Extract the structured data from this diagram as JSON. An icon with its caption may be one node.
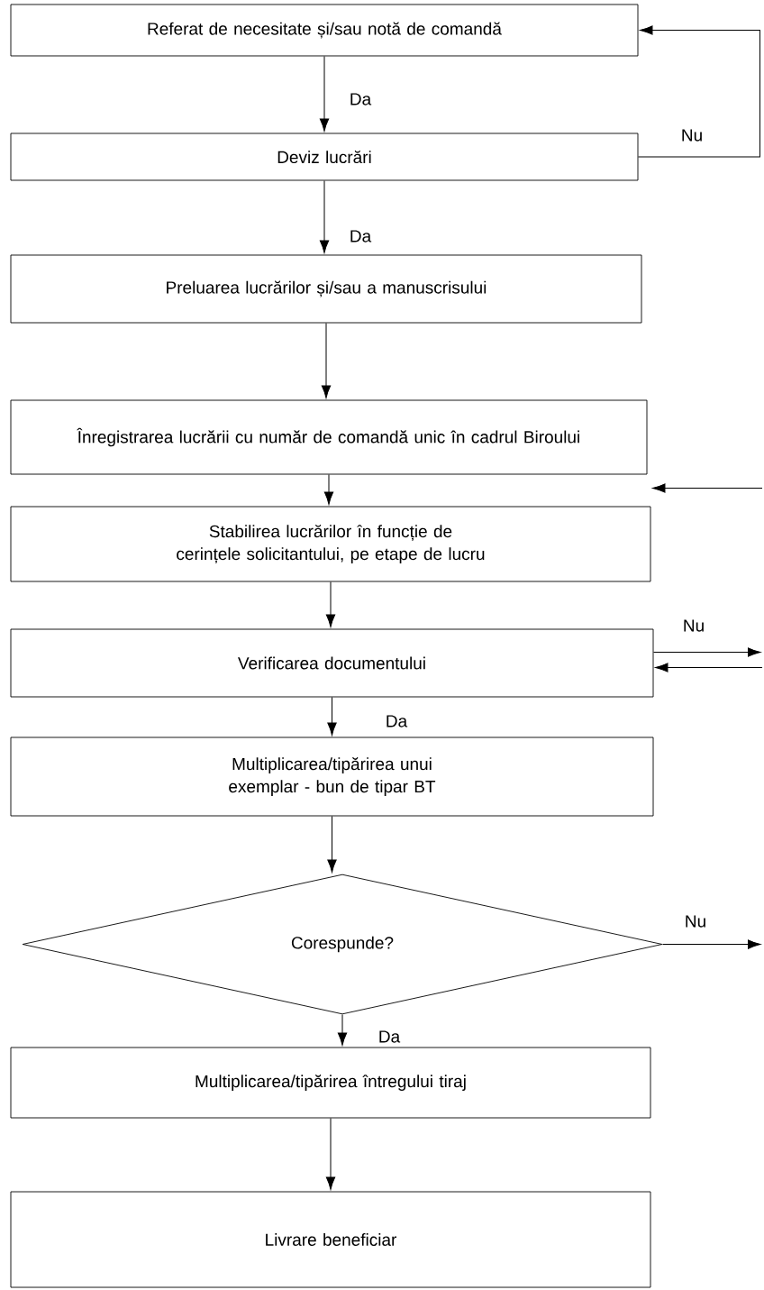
{
  "diagram": {
    "nodes": [
      {
        "text": [
          "Referat de necesitate și/sau notă de comandă"
        ]
      },
      {
        "text": [
          "Deviz lucrări"
        ]
      },
      {
        "text": [
          "Preluarea lucrărilor și/sau a manuscrisului"
        ]
      },
      {
        "text": [
          "Înregistrarea lucrării cu număr de comandă unic în cadrul Biroului"
        ]
      },
      {
        "text": [
          "Stabilirea lucrărilor în funcție de cerințele solicitantului, pe etape de lucru"
        ]
      },
      {
        "text": [
          "Verificarea documentului"
        ]
      },
      {
        "text": [
          "Multiplicarea/tipărirea unui exemplar - bun de tipar BT"
        ]
      },
      {
        "text": [
          "Corespunde?"
        ]
      },
      {
        "text": [
          "Multiplicarea/tipărirea întregului tiraj"
        ]
      },
      {
        "text": [
          "Livrare beneficiar"
        ]
      }
    ],
    "edges": [
      {
        "from": 0,
        "to": 1,
        "arrow": "to",
        "label": "Da"
      },
      {
        "from": 1,
        "to": 2,
        "arrow": "to",
        "label": "Da"
      },
      {
        "from": 2,
        "to": 3,
        "arrow": "to"
      },
      {
        "from": 3,
        "to": 4,
        "arrow": "to"
      },
      {
        "from": 4,
        "to": 5,
        "arrow": "to"
      },
      {
        "from": 5,
        "to": 6,
        "arrow": "to",
        "label": "Da"
      },
      {
        "from": 6,
        "to": 7,
        "arrow": "to"
      },
      {
        "from": 7,
        "to": 8,
        "arrow": "to",
        "label": "Da"
      },
      {
        "from": 8,
        "to": 9,
        "arrow": "to"
      },
      {
        "from": 1,
        "to": 0,
        "arrow": "to",
        "label": "Nu"
      },
      {
        "from": null,
        "to": 4,
        "arrow": "to"
      },
      {
        "from": 5,
        "to": null,
        "arrow": "to",
        "label": "Nu"
      },
      {
        "from": null,
        "to": 5,
        "arrow": "to"
      },
      {
        "from": 7,
        "to": null,
        "arrow": "to",
        "label": "Nu"
      }
    ]
  }
}
